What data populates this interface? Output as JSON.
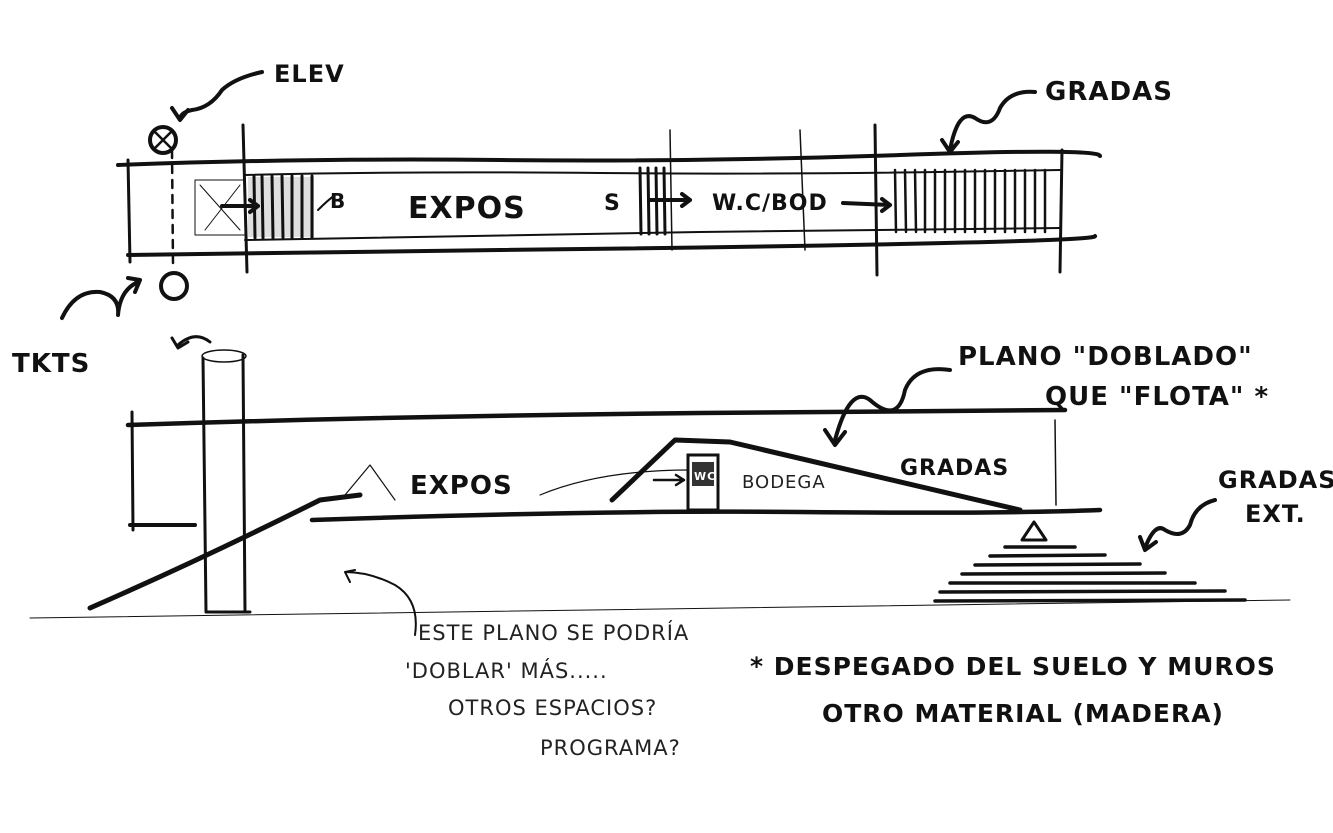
{
  "plan": {
    "elev_label": "ELEV",
    "tkts_label": "TKTS",
    "gradas_label": "GRADAS",
    "b_label": "B",
    "expos_label": "EXPOS",
    "s_label": "S",
    "wc_bod_label": "W.C/BOD"
  },
  "section": {
    "plano_line1": "PLANO \"DOBLADO\"",
    "plano_line2": "QUE \"FLOTA\" *",
    "expos_label": "EXPOS",
    "wc_label": "WC",
    "bodega_label": "BODEGA",
    "gradas_label": "GRADAS",
    "gradas_ext_line1": "GRADAS",
    "gradas_ext_line2": "EXT."
  },
  "notes": {
    "question_line1": "ESTE PLANO SE PODRÍA",
    "question_line2": "'DOBLAR' MÁS.....",
    "question_line3": "OTROS ESPACIOS?",
    "question_line4": "PROGRAMA?",
    "footnote_line1": "* DESPEGADO DEL SUELO Y MUROS",
    "footnote_line2": "OTRO MATERIAL (MADERA)"
  }
}
